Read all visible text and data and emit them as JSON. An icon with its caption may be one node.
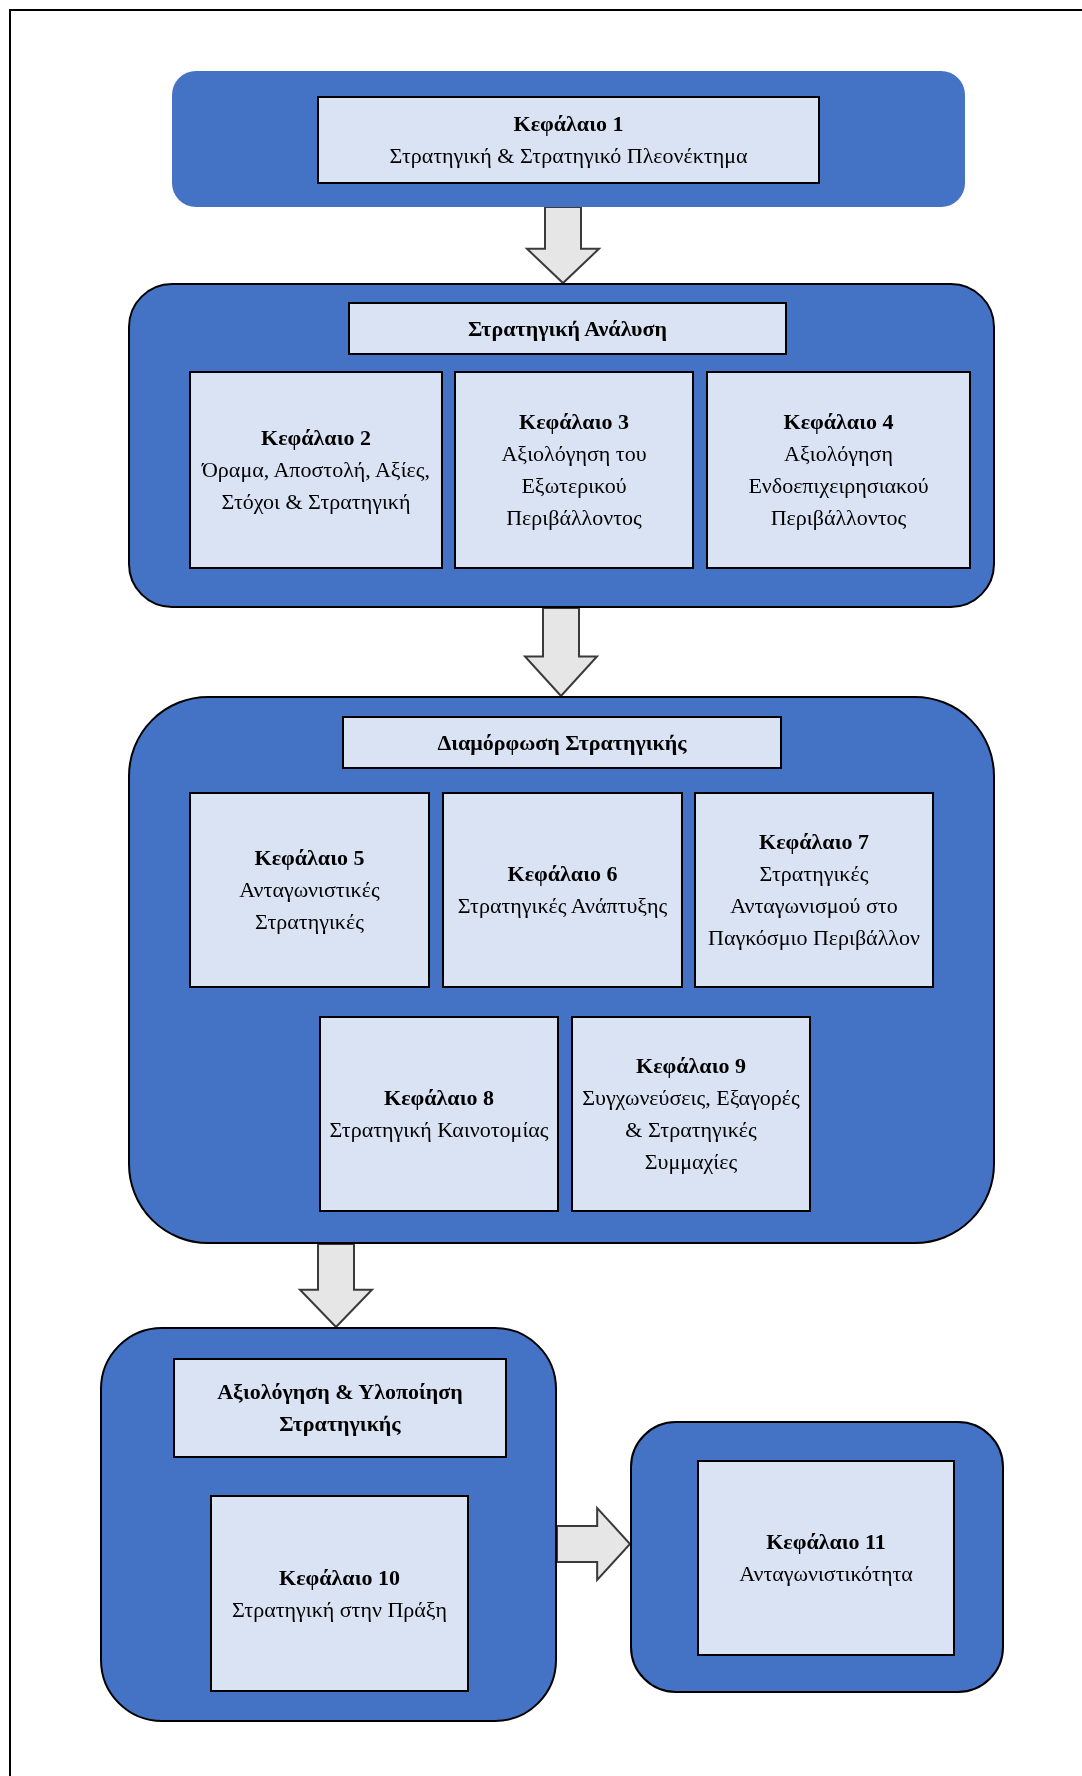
{
  "diagram": {
    "nodes": [
      {
        "text": [],
        "shape": "box"
      },
      {
        "text": [
          "Κεφάλαιο 1",
          "Στρατηγική & Στρατηγικό Πλεονέκτημα"
        ],
        "in": 0
      },
      {
        "text": [],
        "shape": "box"
      },
      {
        "text": [
          "Στρατηγική Ανάλυση"
        ],
        "in": 2
      },
      {
        "text": [
          "Κεφάλαιο 2",
          "Όραμα, Αποστολή, Αξίες, Στόχοι & Στρατηγική"
        ],
        "in": 2
      },
      {
        "text": [
          "Κεφάλαιο 3",
          "Αξιολόγηση του Εξωτερικού Περιβάλλοντος"
        ],
        "in": 2
      },
      {
        "text": [
          "Κεφάλαιο 4",
          "Αξιολόγηση Ενδοεπιχειρησιακού Περιβάλλοντος"
        ],
        "in": 2
      },
      {
        "text": [],
        "shape": "box"
      },
      {
        "text": [
          "Διαμόρφωση Στρατηγικής"
        ],
        "in": 7
      },
      {
        "text": [
          "Κεφάλαιο 5",
          "Ανταγωνιστικές Στρατηγικές"
        ],
        "in": 7
      },
      {
        "text": [
          "Κεφάλαιο 6",
          "Στρατηγικές Ανάπτυξης"
        ],
        "in": 7
      },
      {
        "text": [
          "Κεφάλαιο 7",
          "Στρατηγικές Ανταγωνισμού στο Παγκόσμιο Περιβάλλον"
        ],
        "in": 7
      },
      {
        "text": [
          "Κεφάλαιο 8",
          "Στρατηγική Καινοτομίας"
        ],
        "in": 7
      },
      {
        "text": [
          "Κεφάλαιο 9",
          "Συγχωνεύσεις, Εξαγορές & Στρατηγικές Συμμαχίες"
        ],
        "in": 7
      },
      {
        "text": [],
        "shape": "box"
      },
      {
        "text": [
          "Αξιολόγηση & Υλοποίηση Στρατηγικής"
        ],
        "in": 14
      },
      {
        "text": [
          "Κεφάλαιο 10",
          "Στρατηγική στην Πράξη"
        ],
        "in": 14
      },
      {
        "text": [],
        "shape": "box"
      },
      {
        "text": [
          "Κεφάλαιο 11",
          "Ανταγωνιστικότητα"
        ],
        "in": 17
      }
    ],
    "edges": [
      {
        "from": 0,
        "to": 2,
        "arrow": "to"
      },
      {
        "from": 2,
        "to": 7,
        "arrow": "to"
      },
      {
        "from": 7,
        "to": 14,
        "arrow": "to"
      },
      {
        "from": 14,
        "to": 17,
        "arrow": "to"
      }
    ]
  }
}
